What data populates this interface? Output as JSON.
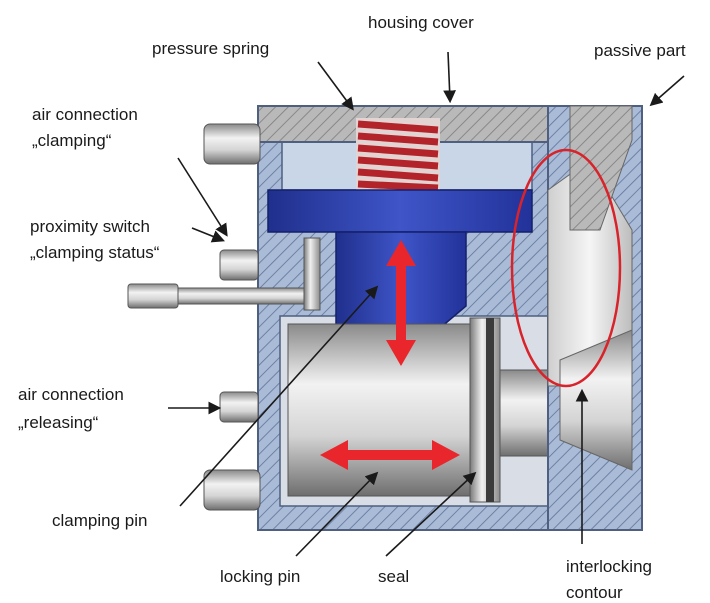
{
  "labels": {
    "housing_cover": "housing cover",
    "pressure_spring": "pressure spring",
    "passive_part": "passive part",
    "air_clamping_line1": "air connection",
    "air_clamping_line2": "„clamping“",
    "proximity_line1": "proximity switch",
    "proximity_line2": "„clamping status“",
    "air_releasing_line1": "air connection",
    "air_releasing_line2": "„releasing“",
    "clamping_pin": "clamping pin",
    "locking_pin": "locking pin",
    "seal": "seal",
    "interlocking_line1": "interlocking",
    "interlocking_line2": "contour"
  },
  "colors": {
    "housing": "#9aaecb",
    "housing_dark": "#5b6f95",
    "piston": "#2c3fa8",
    "spring": "#b3242a",
    "arrow": "#e8262b",
    "highlight_ellipse": "#d8232a",
    "metal_light": "#e6e6e6",
    "metal_dark": "#8c8c8c"
  }
}
